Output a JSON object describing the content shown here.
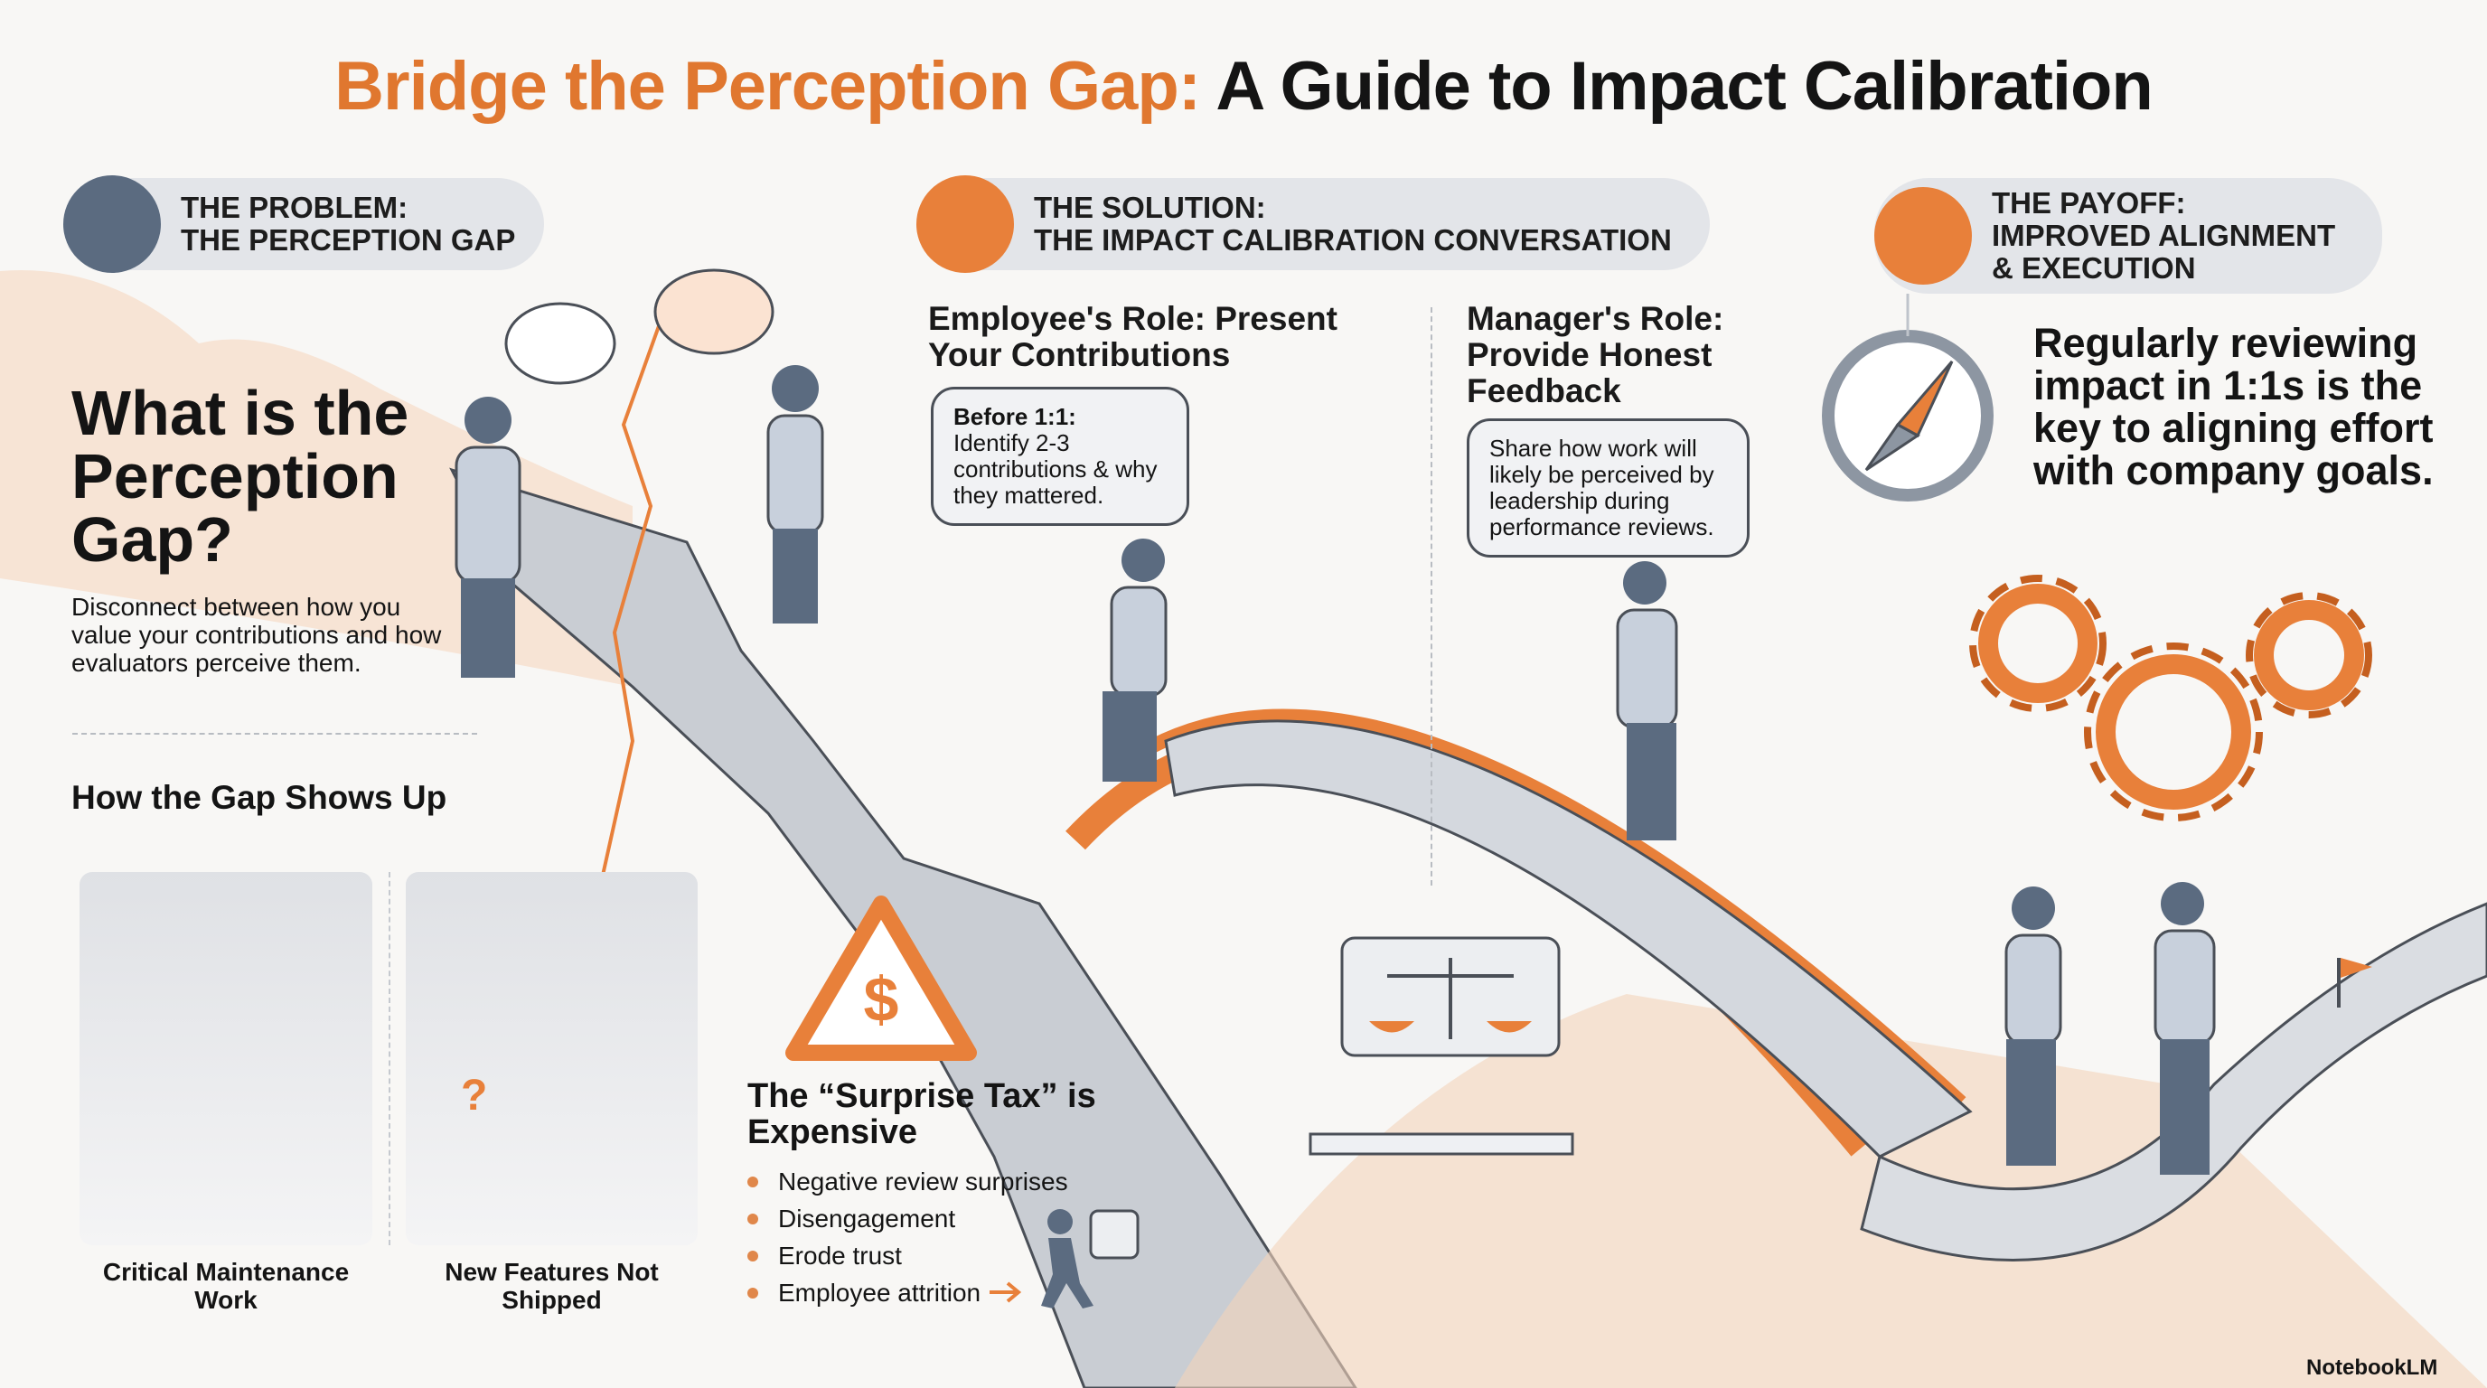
{
  "title": {
    "accent": "Bridge the Perception Gap:",
    "rest": " A Guide to Impact Calibration"
  },
  "problem": {
    "pill_line1": "THE PROBLEM:",
    "pill_line2": "THE PERCEPTION GAP",
    "icon": "broken-pillar-icon",
    "heading": "What is the Perception Gap?",
    "description": "Disconnect between how you value your contributions and how evaluators perceive them.",
    "subheading": "How the Gap Shows Up",
    "panels": [
      {
        "label": "Critical Maintenance Work"
      },
      {
        "label": "New Features Not Shipped",
        "mark": "?"
      }
    ]
  },
  "solution": {
    "pill_line1": "THE SOLUTION:",
    "pill_line2": "THE IMPACT CALIBRATION CONVERSATION",
    "icon": "chat-bubbles-icon",
    "employee": {
      "heading": "Employee's Role: Present Your Contributions",
      "bubble_title": "Before 1:1:",
      "bubble_text": "Identify 2-3 contributions & why they mattered."
    },
    "manager": {
      "heading": "Manager's Role: Provide Honest Feedback",
      "bubble_text": "Share how work will likely be perceived by leadership during performance reviews."
    }
  },
  "surprise_tax": {
    "heading": "The “Surprise Tax” is Expensive",
    "icon": "warning-dollar-icon",
    "bullets": [
      "Negative review surprises",
      "Disengagement",
      "Erode trust",
      "Employee attrition"
    ]
  },
  "payoff": {
    "pill_line1": "THE PAYOFF:",
    "pill_line2": "IMPROVED ALIGNMENT",
    "pill_line3": "& EXECUTION",
    "icon": "growth-chart-icon",
    "statement": "Regularly reviewing impact in 1:1s is the key to aligning effort with company goals."
  },
  "footer": {
    "brand": "NotebookLM"
  },
  "colors": {
    "accent": "#e8803a",
    "pill": "#e3e5e9",
    "slate": "#5b6b80"
  }
}
